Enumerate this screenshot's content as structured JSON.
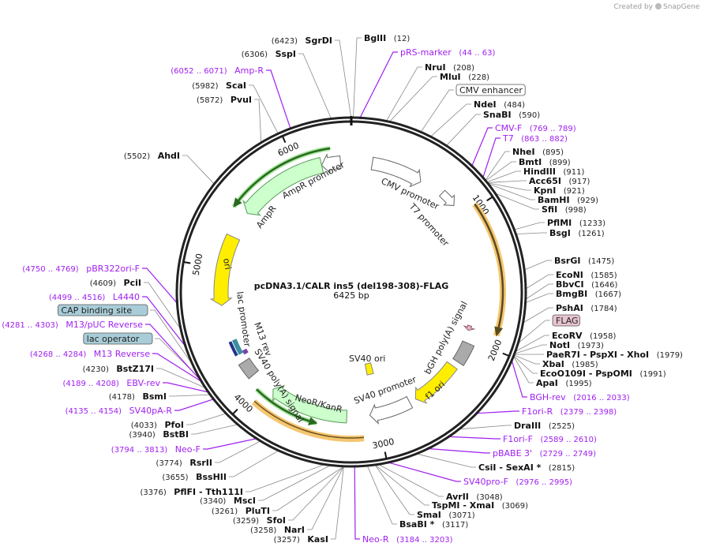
{
  "credit": {
    "created_by": "Created by",
    "brand": "SnapGene"
  },
  "plasmid": {
    "name": "pcDNA3.1/CALR ins5 (del198-308)-FLAG",
    "size_label": "6425 bp",
    "length_bp": 6425
  },
  "ticks": [
    "1000",
    "2000",
    "3000",
    "4000",
    "5000",
    "6000"
  ],
  "colors": {
    "enzyme": "#111111",
    "primer": "#a020f0",
    "orange": "#f5b942",
    "green_fill": "#ccffcc",
    "yellow": "#ffee00",
    "flag": "#e8c4d0",
    "feature_box": "#a9cdd8"
  },
  "labels": [
    {
      "kind": "enzyme",
      "name": "SgrDI",
      "pos_text": "(6423)",
      "site": 6423
    },
    {
      "kind": "enzyme",
      "name": "BglII",
      "pos_text": "(12)",
      "site": 12
    },
    {
      "kind": "primer",
      "name": "pRS-marker",
      "pos_text": "(44 .. 63)",
      "site": 53
    },
    {
      "kind": "enzyme",
      "name": "SspI",
      "pos_text": "(6306)",
      "site": 6306
    },
    {
      "kind": "enzyme",
      "name": "NruI",
      "pos_text": "(208)",
      "site": 208
    },
    {
      "kind": "enzyme",
      "name": "MluI",
      "pos_text": "(228)",
      "site": 228
    },
    {
      "kind": "primer",
      "name": "Amp-R",
      "pos_text": "(6052 .. 6071)",
      "site": 6061
    },
    {
      "kind": "enzyme",
      "name": "ScaI",
      "pos_text": "(5982)",
      "site": 5982
    },
    {
      "kind": "box",
      "name": "CMV enhancer",
      "pos_text": "",
      "site": 420,
      "fill": "#ffffff"
    },
    {
      "kind": "enzyme",
      "name": "PvuI",
      "pos_text": "(5872)",
      "site": 5872
    },
    {
      "kind": "enzyme",
      "name": "NdeI",
      "pos_text": "(484)",
      "site": 484
    },
    {
      "kind": "enzyme",
      "name": "SnaBI",
      "pos_text": "(590)",
      "site": 590
    },
    {
      "kind": "primer",
      "name": "CMV-F",
      "pos_text": "(769 .. 789)",
      "site": 779
    },
    {
      "kind": "primer",
      "name": "T7",
      "pos_text": "(863 .. 882)",
      "site": 872
    },
    {
      "kind": "enzyme",
      "name": "AhdI",
      "pos_text": "(5502)",
      "site": 5502
    },
    {
      "kind": "enzyme",
      "name": "NheI",
      "pos_text": "(895)",
      "site": 895
    },
    {
      "kind": "enzyme",
      "name": "BmtI",
      "pos_text": "(899)",
      "site": 899
    },
    {
      "kind": "enzyme",
      "name": "HindIII",
      "pos_text": "(911)",
      "site": 911
    },
    {
      "kind": "enzyme",
      "name": "Acc65I",
      "pos_text": "(917)",
      "site": 917
    },
    {
      "kind": "enzyme",
      "name": "KpnI",
      "pos_text": "(921)",
      "site": 921
    },
    {
      "kind": "enzyme",
      "name": "BamHI",
      "pos_text": "(929)",
      "site": 929
    },
    {
      "kind": "enzyme",
      "name": "SfiI",
      "pos_text": "(998)",
      "site": 998
    },
    {
      "kind": "enzyme",
      "name": "PflMI",
      "pos_text": "(1233)",
      "site": 1233
    },
    {
      "kind": "enzyme",
      "name": "BsgI",
      "pos_text": "(1261)",
      "site": 1261
    },
    {
      "kind": "enzyme",
      "name": "BsrGI",
      "pos_text": "(1475)",
      "site": 1475
    },
    {
      "kind": "enzyme",
      "name": "EcoNI",
      "pos_text": "(1585)",
      "site": 1585
    },
    {
      "kind": "enzyme",
      "name": "BbvCI",
      "pos_text": "(1646)",
      "site": 1646
    },
    {
      "kind": "enzyme",
      "name": "BmgBI",
      "pos_text": "(1667)",
      "site": 1667
    },
    {
      "kind": "enzyme",
      "name": "PshAI",
      "pos_text": "(1784)",
      "site": 1784
    },
    {
      "kind": "box",
      "name": "FLAG",
      "pos_text": "",
      "site": 1905,
      "fill": "#e8c4d0"
    },
    {
      "kind": "enzyme",
      "name": "EcoRV",
      "pos_text": "(1958)",
      "site": 1958
    },
    {
      "kind": "enzyme",
      "name": "NotI",
      "pos_text": "(1973)",
      "site": 1973
    },
    {
      "kind": "enzyme",
      "name": "PaeR7I  - PspXI  - XhoI",
      "pos_text": "(1979)",
      "site": 1979
    },
    {
      "kind": "enzyme",
      "name": "XbaI",
      "pos_text": "(1985)",
      "site": 1985
    },
    {
      "kind": "enzyme",
      "name": "EcoO109I  - PspOMI",
      "pos_text": "(1991)",
      "site": 1991
    },
    {
      "kind": "enzyme",
      "name": "ApaI",
      "pos_text": "(1995)",
      "site": 1995
    },
    {
      "kind": "primer",
      "name": "BGH-rev",
      "pos_text": "(2016 .. 2033)",
      "site": 2024
    },
    {
      "kind": "primer",
      "name": "F1ori-R",
      "pos_text": "(2379 .. 2398)",
      "site": 2388
    },
    {
      "kind": "enzyme",
      "name": "DraIII",
      "pos_text": "(2525)",
      "site": 2525
    },
    {
      "kind": "primer",
      "name": "F1ori-F",
      "pos_text": "(2589 .. 2610)",
      "site": 2600
    },
    {
      "kind": "primer",
      "name": "pBABE 3'",
      "pos_text": "(2729 .. 2749)",
      "site": 2739
    },
    {
      "kind": "enzyme",
      "name": "CsiI  - SexAI *",
      "pos_text": "(2815)",
      "site": 2815
    },
    {
      "kind": "primer",
      "name": "SV40pro-F",
      "pos_text": "(2976 .. 2995)",
      "site": 2985
    },
    {
      "kind": "enzyme",
      "name": "AvrII",
      "pos_text": "(3048)",
      "site": 3048
    },
    {
      "kind": "enzyme",
      "name": "TspMI  - XmaI",
      "pos_text": "(3069)",
      "site": 3069
    },
    {
      "kind": "enzyme",
      "name": "SmaI",
      "pos_text": "(3071)",
      "site": 3071
    },
    {
      "kind": "enzyme",
      "name": "BsaBI *",
      "pos_text": "(3117)",
      "site": 3117
    },
    {
      "kind": "primer",
      "name": "Neo-R",
      "pos_text": "(3184 .. 3203)",
      "site": 3193
    },
    {
      "kind": "enzyme",
      "name": "KasI",
      "pos_text": "(3257)",
      "site": 3257
    },
    {
      "kind": "enzyme",
      "name": "NarI",
      "pos_text": "(3258)",
      "site": 3258
    },
    {
      "kind": "enzyme",
      "name": "SfoI",
      "pos_text": "(3259)",
      "site": 3259
    },
    {
      "kind": "enzyme",
      "name": "PluTI",
      "pos_text": "(3261)",
      "site": 3261
    },
    {
      "kind": "enzyme",
      "name": "MscI",
      "pos_text": "(3340)",
      "site": 3340
    },
    {
      "kind": "enzyme",
      "name": "PflFI  - Tth111I",
      "pos_text": "(3376)",
      "site": 3376
    },
    {
      "kind": "enzyme",
      "name": "BssHII",
      "pos_text": "(3655)",
      "site": 3655
    },
    {
      "kind": "enzyme",
      "name": "RsrII",
      "pos_text": "(3774)",
      "site": 3774
    },
    {
      "kind": "primer",
      "name": "Neo-F",
      "pos_text": "(3794 .. 3813)",
      "site": 3803
    },
    {
      "kind": "enzyme",
      "name": "BstBI",
      "pos_text": "(3940)",
      "site": 3940
    },
    {
      "kind": "enzyme",
      "name": "PfoI",
      "pos_text": "(4033)",
      "site": 4033
    },
    {
      "kind": "primer",
      "name": "SV40pA-R",
      "pos_text": "(4135 .. 4154)",
      "site": 4144
    },
    {
      "kind": "enzyme",
      "name": "BsmI",
      "pos_text": "(4178)",
      "site": 4178
    },
    {
      "kind": "primer",
      "name": "EBV-rev",
      "pos_text": "(4189 .. 4208)",
      "site": 4198
    },
    {
      "kind": "enzyme",
      "name": "BstZ17I",
      "pos_text": "(4230)",
      "site": 4230
    },
    {
      "kind": "primer",
      "name": "M13 Reverse",
      "pos_text": "(4268 .. 4284)",
      "site": 4276
    },
    {
      "kind": "box",
      "name": "lac operator",
      "pos_text": "",
      "site": 4300,
      "fill": "#a9cdd8"
    },
    {
      "kind": "primer",
      "name": "M13/pUC Reverse",
      "pos_text": "(4281 .. 4303)",
      "site": 4292
    },
    {
      "kind": "box",
      "name": "CAP binding site",
      "pos_text": "",
      "site": 4400,
      "fill": "#a9cdd8"
    },
    {
      "kind": "primer",
      "name": "L4440",
      "pos_text": "(4499 .. 4516)",
      "site": 4507
    },
    {
      "kind": "enzyme",
      "name": "PciI",
      "pos_text": "(4609)",
      "site": 4609
    },
    {
      "kind": "primer",
      "name": "pBR322ori-F",
      "pos_text": "(4750 .. 4769)",
      "site": 4759
    }
  ],
  "features": [
    {
      "name": "AmpR promoter",
      "start": 6340,
      "end": 6190,
      "fill": "#ffffff",
      "stroke": "#666666"
    },
    {
      "name": "AmpR",
      "start": 6190,
      "end": 5480,
      "fill": "#ccffcc",
      "stroke": "#5a9a5a"
    },
    {
      "name": "ori",
      "start": 5265,
      "end": 4712,
      "fill": "#ffee00",
      "stroke": "#888888"
    },
    {
      "name": "CMV promoter",
      "start": 165,
      "end": 575,
      "fill": "#ffffff",
      "stroke": "#666666"
    },
    {
      "name": "T7 promoter",
      "start": 760,
      "end": 890,
      "fill": "#ffffff",
      "stroke": "#666666"
    },
    {
      "name": "bGH poly(A) signal",
      "start": 2030,
      "end": 2200,
      "fill": "#aaaaaa",
      "stroke": "#666666"
    },
    {
      "name": "f1 ori",
      "start": 2250,
      "end": 2660,
      "fill": "#ffee00",
      "stroke": "#888888"
    },
    {
      "name": "SV40 promoter",
      "start": 2715,
      "end": 3060,
      "fill": "#ffffff",
      "stroke": "#666666"
    },
    {
      "name": "SV40 ori",
      "start": 2940,
      "end": 3020,
      "fill": "#ffee00",
      "stroke": "#888888"
    },
    {
      "name": "NeoR/KanR",
      "start": 3250,
      "end": 3905,
      "fill": "#ccffcc",
      "stroke": "#5a9a5a"
    },
    {
      "name": "SV40 poly(A) signal",
      "start": 4100,
      "end": 4230,
      "fill": "#aaaaaa",
      "stroke": "#666666"
    },
    {
      "name": "lac promoter",
      "start": 4300,
      "end": 4420,
      "fill": "#3a8fa0",
      "stroke": "#3a8fa0"
    },
    {
      "name": "M13 rev",
      "start": 4280,
      "end": 4310,
      "fill": "#7744aa",
      "stroke": "#7744aa"
    }
  ]
}
